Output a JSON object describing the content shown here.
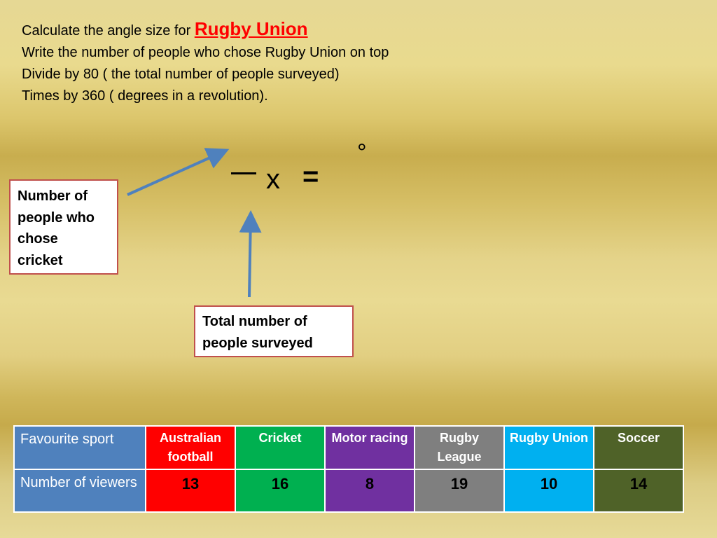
{
  "instructions": {
    "line1_prefix": "Calculate the angle size for ",
    "line1_highlight": "Rugby Union",
    "line2": "Write the number of people who chose Rugby Union on top",
    "line3": "Divide by 80 ( the total number of people surveyed)",
    "line4": "Times by 360 ( degrees in a revolution)."
  },
  "formula": {
    "times_symbol": "x",
    "equals_symbol": "=",
    "degree_symbol": "°"
  },
  "callouts": {
    "cricket_lines": [
      "Number of",
      "people who",
      "chose",
      "cricket"
    ],
    "total_lines": [
      "Total number of",
      "people  surveyed"
    ]
  },
  "table": {
    "header_label": "Favourite sport",
    "row_label": "Number of viewers",
    "sports": [
      {
        "name": "Australian football",
        "value": "13",
        "color": "#ff0000"
      },
      {
        "name": "Cricket",
        "value": "16",
        "color": "#00b050"
      },
      {
        "name": "Motor racing",
        "value": "8",
        "color": "#7030a0"
      },
      {
        "name": "Rugby League",
        "value": "19",
        "color": "#7f7f7f"
      },
      {
        "name": "Rugby Union",
        "value": "10",
        "color": "#00b0f0"
      },
      {
        "name": "Soccer",
        "value": "14",
        "color": "#4f6228"
      }
    ]
  },
  "colors": {
    "highlight": "#ff0000",
    "callout_border": "#c0504d",
    "arrow": "#4f81bd",
    "table_header": "#4f81bd"
  }
}
